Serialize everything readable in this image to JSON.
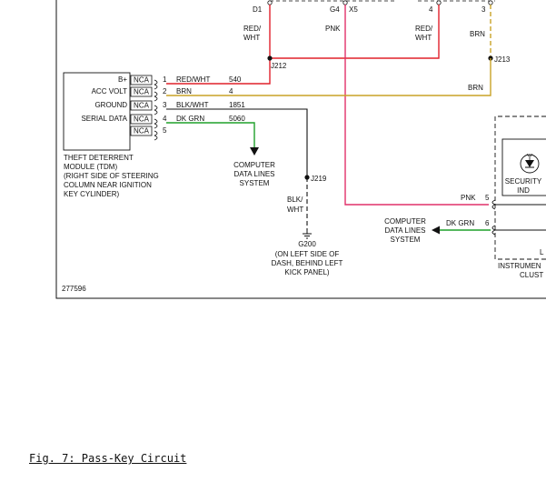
{
  "figure_id": "277596",
  "caption": "Fig. 7: Pass-Key Circuit",
  "colors": {
    "red_wht": "#e0202a",
    "pnk": "#e0306a",
    "brn": "#c9a227",
    "dk_grn": "#1fa02a",
    "blk_wht": "#111111"
  },
  "top": {
    "d1": "D1",
    "g4": "G4",
    "x5": "X5",
    "pin4": "4",
    "pin3": "3",
    "wire_red_wht_l1": "RED/",
    "wire_red_wht_l2": "WHT",
    "wire_pnk": "PNK",
    "wire_red_wht2_l1": "RED/",
    "wire_red_wht2_l2": "WHT",
    "wire_brn": "BRN",
    "j212": "J212",
    "j213": "J213",
    "brn_right": "BRN"
  },
  "tdm": {
    "rows": [
      {
        "label": "B+",
        "nca": "NCA",
        "pin": "1",
        "color": "RED/WHT",
        "circuit": "540"
      },
      {
        "label": "ACC VOLT",
        "nca": "NCA",
        "pin": "2",
        "color": "BRN",
        "circuit": "4"
      },
      {
        "label": "GROUND",
        "nca": "NCA",
        "pin": "3",
        "color": "BLK/WHT",
        "circuit": "1851"
      },
      {
        "label": "SERIAL DATA",
        "nca": "NCA",
        "pin": "4",
        "color": "DK GRN",
        "circuit": "5060"
      },
      {
        "label": "",
        "nca": "NCA",
        "pin": "5",
        "color": "",
        "circuit": ""
      }
    ],
    "name_lines": [
      "THEFT DETERRENT",
      "MODULE (TDM)",
      "(RIGHT SIDE OF STEERING",
      "COLUMN NEAR IGNITION",
      "KEY CYLINDER)"
    ]
  },
  "computer_data_left": [
    "COMPUTER",
    "DATA LINES",
    "SYSTEM"
  ],
  "j219": "J219",
  "blk_wht_l1": "BLK/",
  "blk_wht_l2": "WHT",
  "ground": {
    "id": "G200",
    "lines": [
      "(ON LEFT SIDE OF",
      "DASH, BEHIND LEFT",
      "KICK PANEL)"
    ]
  },
  "right": {
    "pnk": "PNK",
    "pin5": "5",
    "dk_grn": "DK GRN",
    "pin6": "6",
    "computer_data": [
      "COMPUTER",
      "DATA LINES",
      "SYSTEM"
    ],
    "security_l1": "SECURITY",
    "security_l2": "IND",
    "instrument_l1": "INSTRUMEN",
    "instrument_l2": "CLUST",
    "l_letter": "L"
  }
}
